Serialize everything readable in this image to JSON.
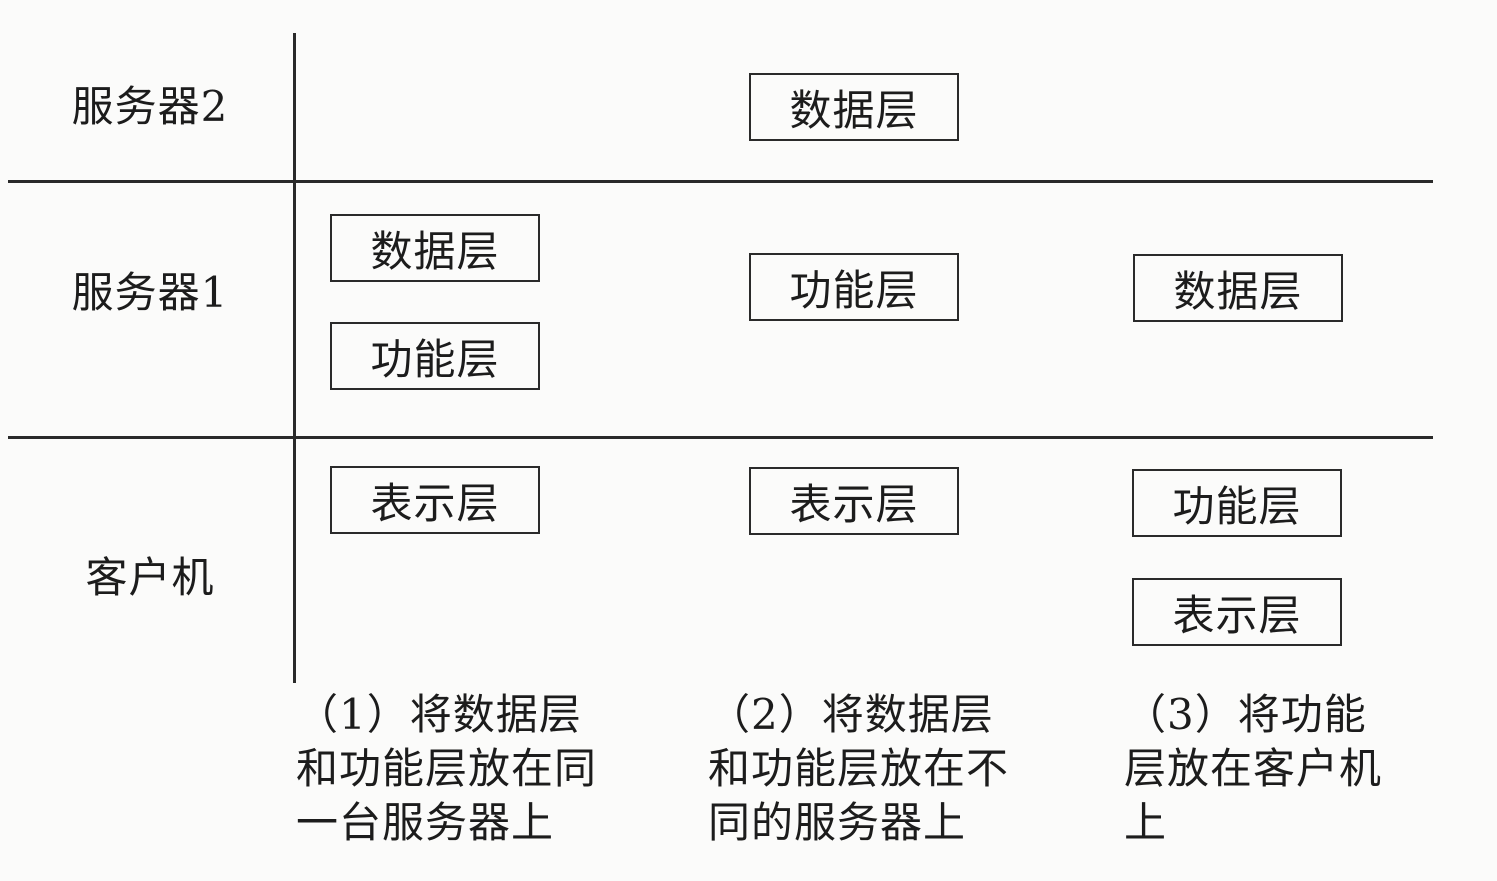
{
  "rows": {
    "server2": "服务器2",
    "server1": "服务器1",
    "client": "客户机"
  },
  "columns": [
    {
      "server2": [],
      "server1": [
        "数据层",
        "功能层"
      ],
      "client": [
        "表示层"
      ],
      "caption": [
        "（1）将数据层",
        "和功能层放在同",
        "一台服务器上"
      ]
    },
    {
      "server2": [
        "数据层"
      ],
      "server1": [
        "功能层"
      ],
      "client": [
        "表示层"
      ],
      "caption": [
        "（2）将数据层",
        "和功能层放在不",
        "同的服务器上"
      ]
    },
    {
      "server2": [],
      "server1": [
        "数据层"
      ],
      "client": [
        "功能层",
        "表示层"
      ],
      "caption": [
        "（3）将功能",
        "层放在客户机",
        "上"
      ]
    }
  ]
}
